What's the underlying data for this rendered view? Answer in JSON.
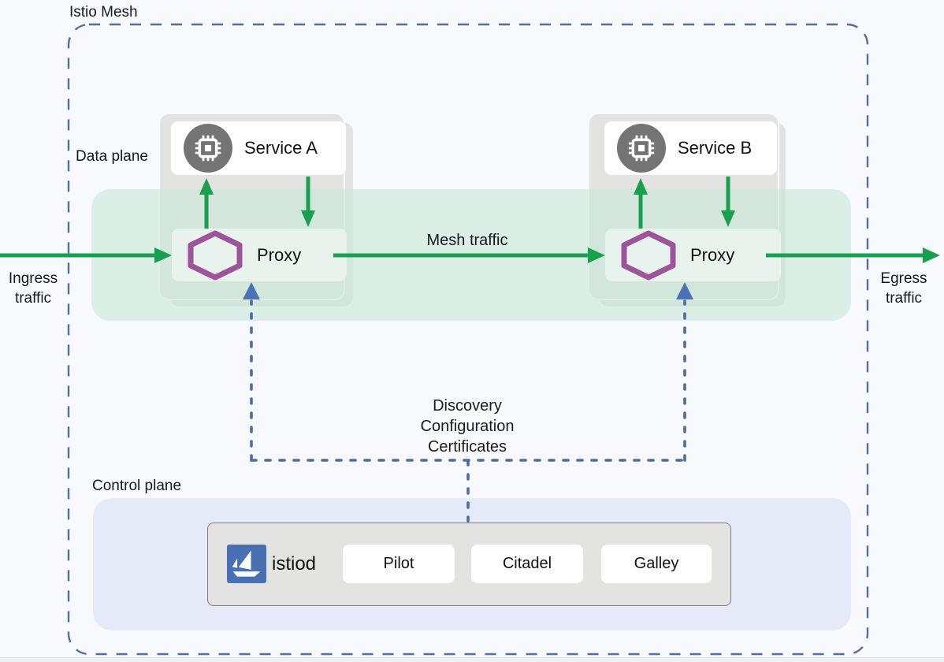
{
  "diagram": {
    "title": "Istio Mesh",
    "planes": {
      "data": "Data plane",
      "control": "Control plane"
    },
    "traffic": {
      "ingress": "Ingress traffic",
      "egress": "Egress traffic",
      "mesh": "Mesh traffic"
    },
    "control_channel": [
      "Discovery",
      "Configuration",
      "Certificates"
    ],
    "pods": [
      {
        "service": "Service A",
        "proxy": "Proxy"
      },
      {
        "service": "Service B",
        "proxy": "Proxy"
      }
    ],
    "control_plane": {
      "istiod": "istiod",
      "components": [
        "Pilot",
        "Citadel",
        "Galley"
      ]
    },
    "icons": {
      "service": "cpu-chip-icon",
      "proxy": "envoy-hexagon-icon",
      "istiod": "istio-sail-logo-icon"
    },
    "colors": {
      "background": "#f7f9fc",
      "mesh_border_dash": "#52709e",
      "green_arrow": "#18a04f",
      "blue_dashed": "#4a6da7",
      "purple_hexagon": "#9d549b",
      "band_fill": "#ddeee6",
      "pod_fill": "#e3e4e2",
      "service_card": "#ffffff",
      "proxy_card": "#e9f3ed",
      "chip_circle": "#747474",
      "control_plane_fill": "#e4eaf7",
      "istiod_box_fill": "#e3e3e1",
      "istio_logo_blue": "#4a70b4"
    }
  }
}
